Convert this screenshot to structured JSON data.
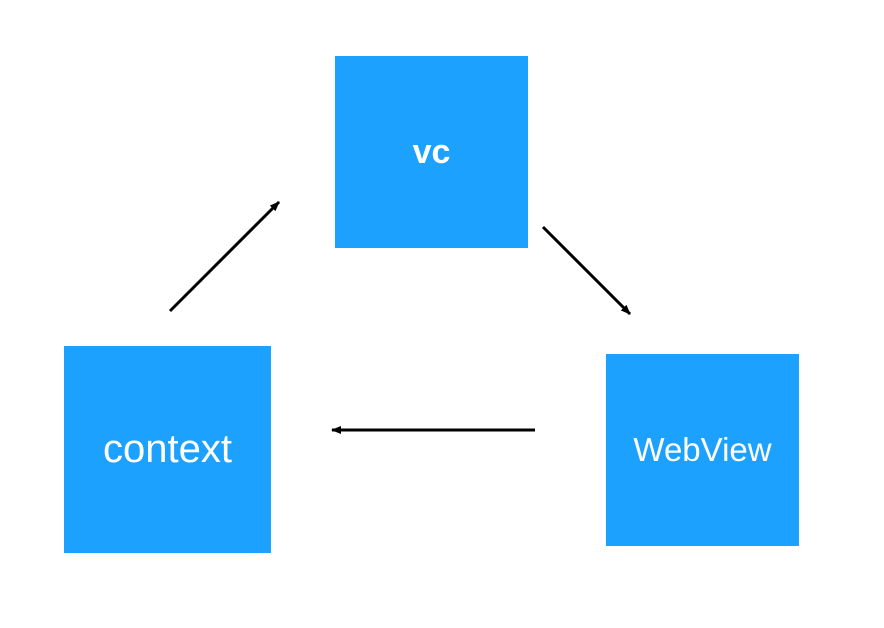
{
  "colors": {
    "node_fill": "#1da1ff",
    "node_text": "#ffffff",
    "arrow": "#000000",
    "background": "#ffffff"
  },
  "nodes": {
    "vc": "vc",
    "context": "context",
    "webview": "WebView"
  },
  "edges": [
    {
      "from": "context",
      "to": "vc"
    },
    {
      "from": "vc",
      "to": "webview"
    },
    {
      "from": "webview",
      "to": "context"
    }
  ]
}
